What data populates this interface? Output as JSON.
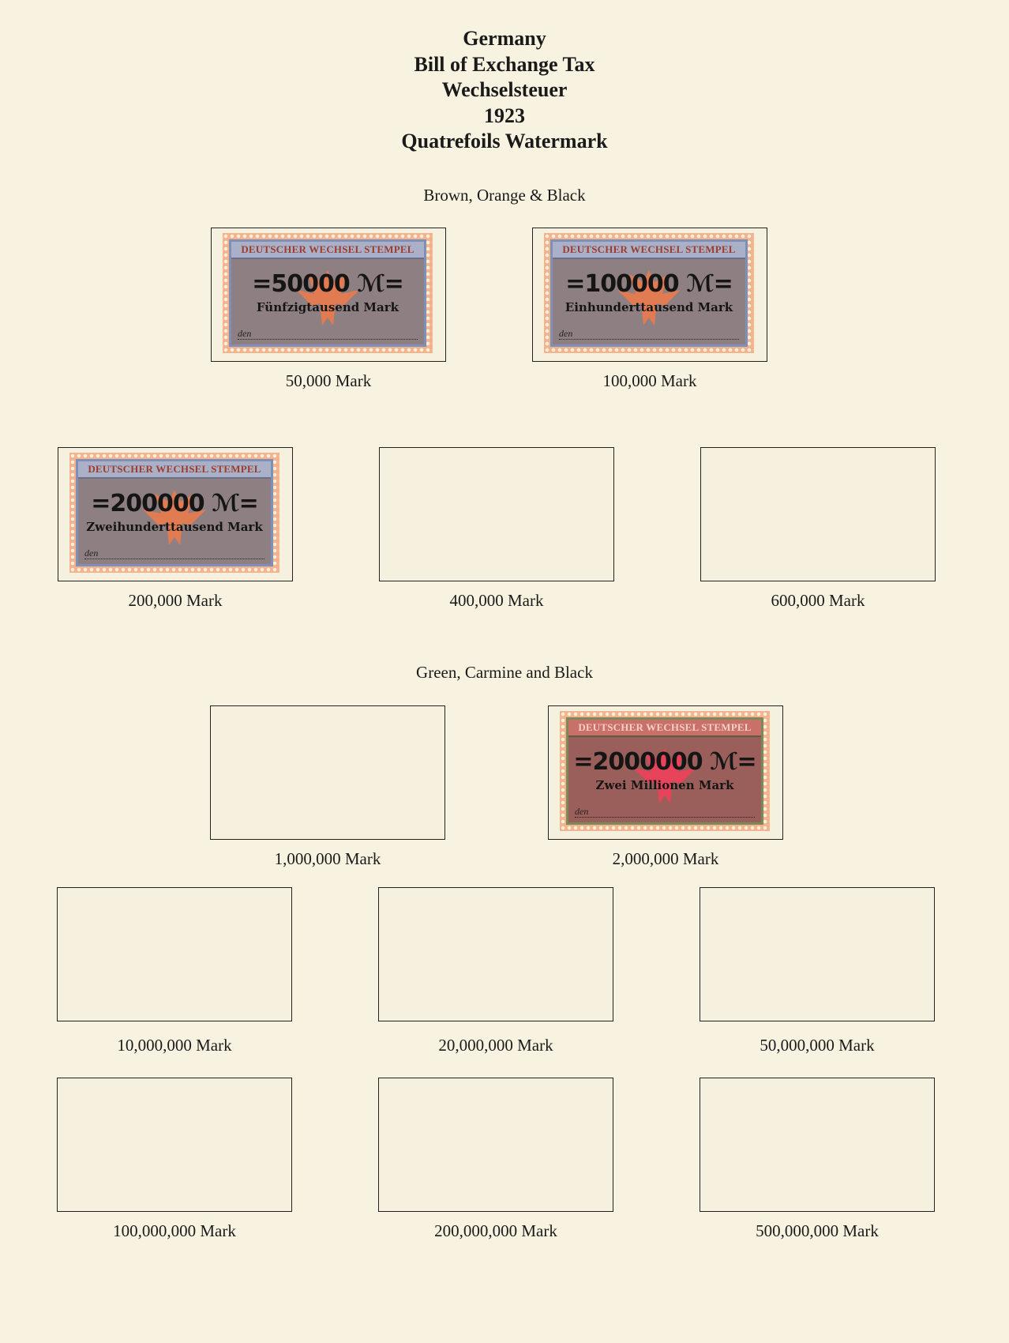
{
  "title": {
    "line1": "Germany",
    "line2": "Bill of Exchange Tax",
    "line3": "Wechselsteuer",
    "line4": "1923",
    "line5": "Quatrefoils Watermark"
  },
  "sections": {
    "brown": "Brown, Orange & Black",
    "green": "Green, Carmine and Black"
  },
  "stamp_header": "DEUTSCHER WECHSEL STEMPEL",
  "stamp_den": "den",
  "stamps": {
    "s50k": {
      "caption": "50,000 Mark",
      "value": "=50000 ℳ=",
      "words": "Fünfzigtausend Mark"
    },
    "s100k": {
      "caption": "100,000 Mark",
      "value": "=100000 ℳ=",
      "words": "Einhunderttausend Mark"
    },
    "s200k": {
      "caption": "200,000 Mark",
      "value": "=200000 ℳ=",
      "words": "Zweihunderttausend Mark"
    },
    "s400k": {
      "caption": "400,000 Mark"
    },
    "s600k": {
      "caption": "600,000 Mark"
    },
    "s1m": {
      "caption": "1,000,000 Mark"
    },
    "s2m": {
      "caption": "2,000,000 Mark",
      "value": "=2000000 ℳ=",
      "words": "Zwei Millionen Mark"
    },
    "s10m": {
      "caption": "10,000,000 Mark"
    },
    "s20m": {
      "caption": "20,000,000 Mark"
    },
    "s50m": {
      "caption": "50,000,000 Mark"
    },
    "s100m": {
      "caption": "100,000,000 Mark"
    },
    "s200m": {
      "caption": "200,000,000 Mark"
    },
    "s500m": {
      "caption": "500,000,000 Mark"
    }
  }
}
